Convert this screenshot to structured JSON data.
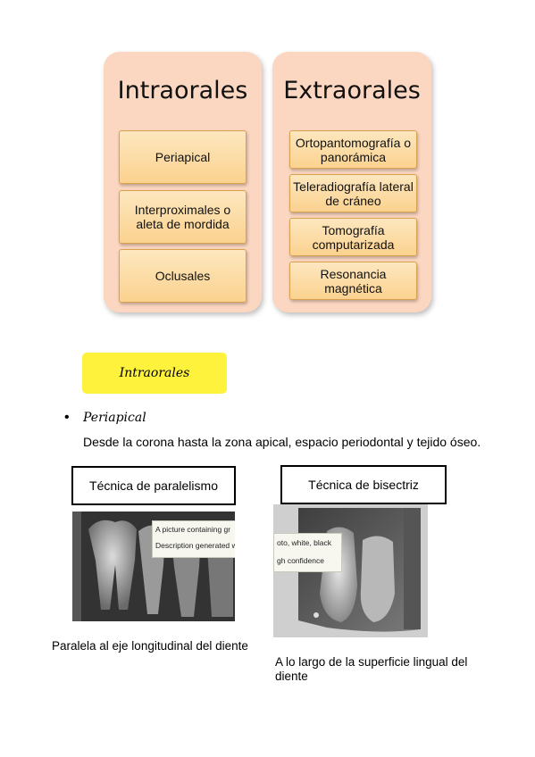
{
  "diagram": {
    "left_panel": {
      "title": "Intraorales",
      "items": [
        "Periapical",
        "Interproximales o aleta de mordida",
        "Oclusales"
      ]
    },
    "right_panel": {
      "title": "Extraorales",
      "items": [
        "Ortopantomografía o panorámica",
        "Teleradiografía lateral de cráneo",
        "Tomografía computarizada",
        "Resonancia magnética"
      ]
    }
  },
  "section_label": "Intraorales",
  "bullet": {
    "heading": "Periapical",
    "text": "Desde la corona hasta la zona apical, espacio periodontal y tejido óseo."
  },
  "techniques": [
    {
      "title": "Técnica de paralelismo",
      "caption": "Paralela al eje longitudinal del diente",
      "tooltip_line1": "A picture containing gr",
      "tooltip_line2": "Description generated w"
    },
    {
      "title": "Técnica de bisectriz",
      "caption": "A lo largo de la superficie lingual del diente",
      "tooltip_line1": "oto, white, black",
      "tooltip_line2": "gh confidence"
    }
  ]
}
